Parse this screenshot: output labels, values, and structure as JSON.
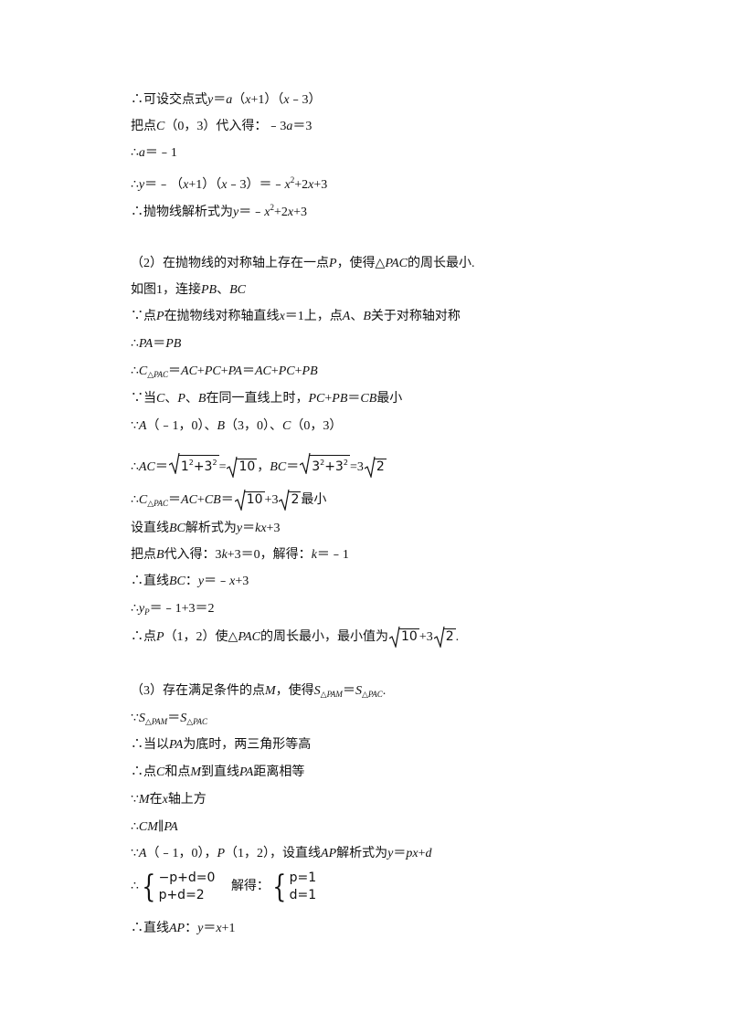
{
  "lines": [
    "∴可设交点式y＝a（x+1）（x﹣3）",
    "把点C（0，3）代入得：﹣3a＝3",
    "∴a＝﹣1",
    "∴y＝﹣（x+1）（x﹣3）＝﹣x²+2x+3",
    "∴抛物线解析式为y＝﹣x²+2x+3",
    "（2）在抛物线的对称轴上存在一点P，使得△PAC的周长最小.",
    "如图1，连接PB、BC",
    "∵点P在抛物线对称轴直线x＝1上，点A、B关于对称轴对称",
    "∴PA＝PB",
    "∴C△PAC＝AC+PC+PA＝AC+PC+PB",
    "∵当C、P、B在同一直线上时，PC+PB＝CB最小",
    "∵A（﹣1，0）、B（3，0）、C（0，3）",
    "∴AC＝√(1²+3²)＝√10，BC＝√(3²+3²)＝3√2",
    "∴C△PAC＝AC+CB＝√10+3√2最小",
    "设直线BC解析式为y＝kx+3",
    "把点B代入得：3k+3＝0，解得：k＝﹣1",
    "∴直线BC：y＝﹣x+3",
    "∴yP＝﹣1+3＝2",
    "∴点P（1，2）使△PAC的周长最小，最小值为√10+3√2.",
    "（3）存在满足条件的点M，使得S△PAM＝S△PAC.",
    "∵S△PAM＝S△PAC",
    "∴当以PA为底时，两三角形等高",
    "∴点C和点M到直线PA距离相等",
    "∵M在x轴上方",
    "∴CM∥PA",
    "∵A（﹣1，0），P（1，2），设直线AP解析式为y＝px+d",
    "∴{−p+d=0, p+d=2} 解得：{p=1, d=1}",
    "∴直线AP：y＝x+1"
  ],
  "sys": {
    "prefix": "∴",
    "eq1": "−p+d=0",
    "eq2": "p+d=2",
    "mid": "解得：",
    "sol1": "p=1",
    "sol2": "d=1"
  }
}
